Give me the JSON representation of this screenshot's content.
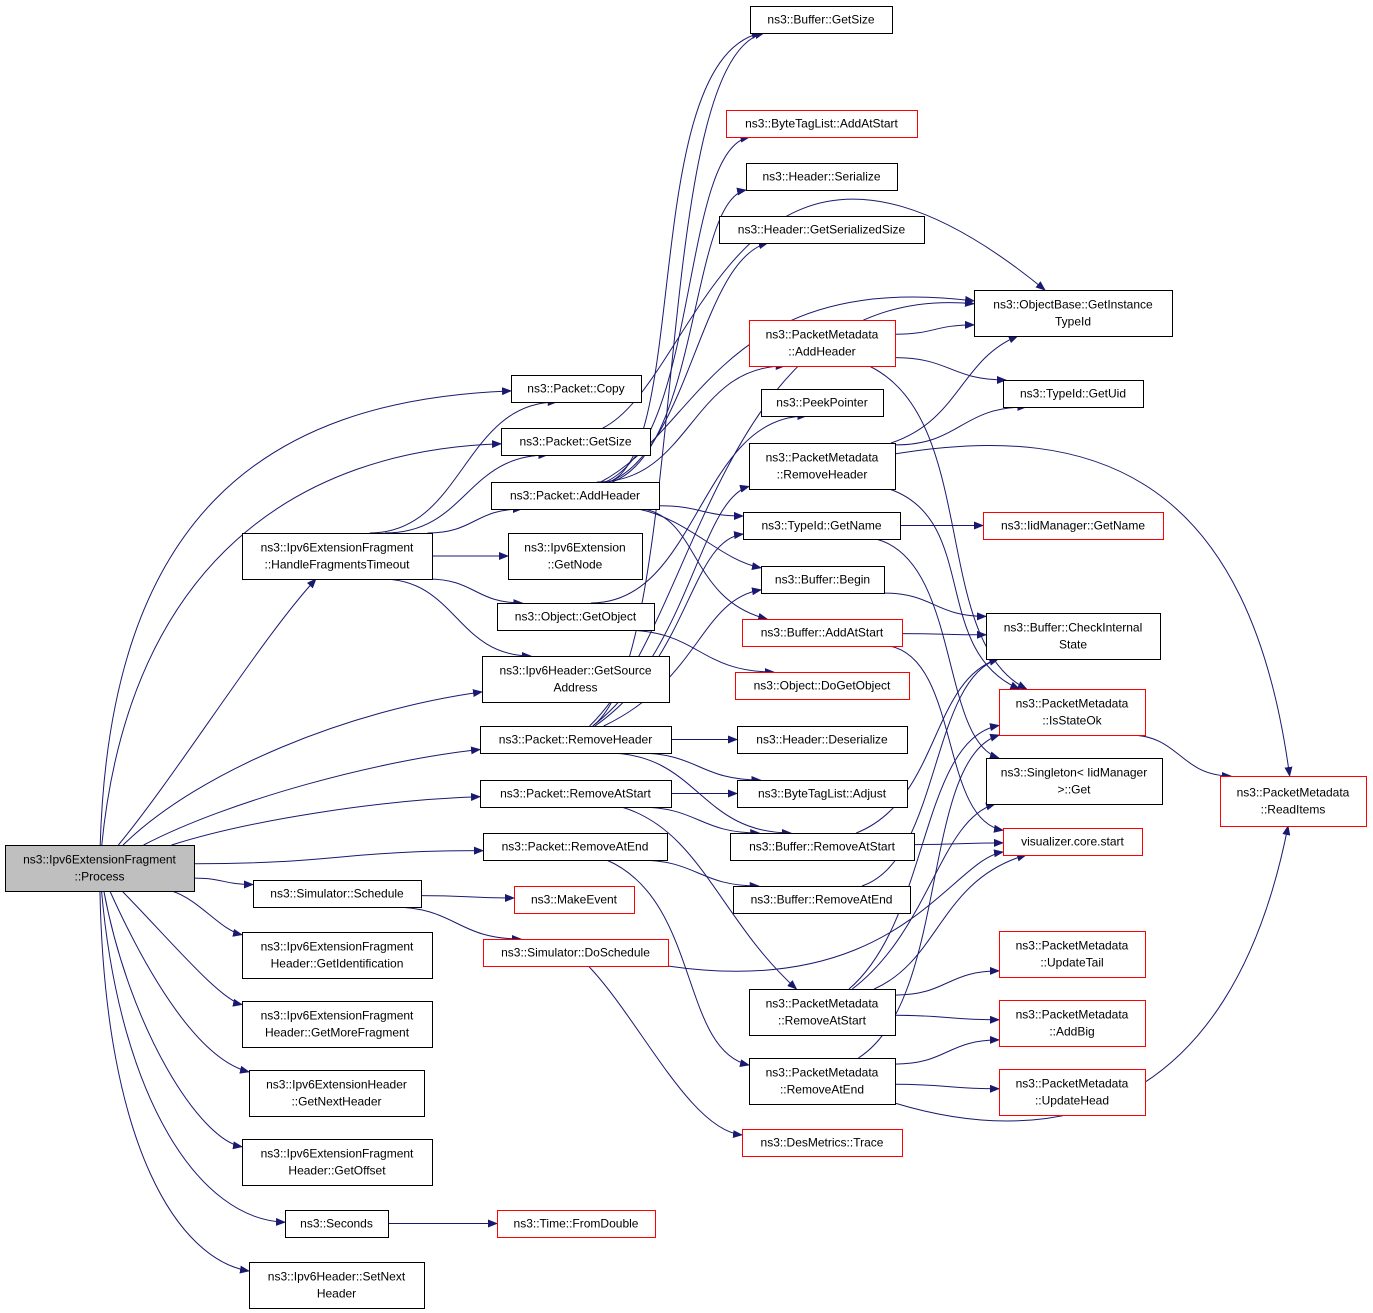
{
  "graph": {
    "edge_color": "#191970",
    "node_styles": {
      "root": {
        "fill": "#bfbfbf",
        "stroke": "#000000"
      },
      "normal": {
        "fill": "#ffffff",
        "stroke": "#000000"
      },
      "truncated": {
        "fill": "#ffffff",
        "stroke": "#ff0000"
      }
    },
    "nodes": [
      {
        "id": "process",
        "style": "root",
        "lines": [
          "ns3::Ipv6ExtensionFragment",
          "::Process"
        ]
      },
      {
        "id": "handle_timeout",
        "style": "normal",
        "lines": [
          "ns3::Ipv6ExtensionFragment",
          "::HandleFragmentsTimeout"
        ]
      },
      {
        "id": "packet_copy",
        "style": "normal",
        "lines": [
          "ns3::Packet::Copy"
        ]
      },
      {
        "id": "packet_getsize",
        "style": "normal",
        "lines": [
          "ns3::Packet::GetSize"
        ]
      },
      {
        "id": "packet_addheader",
        "style": "normal",
        "lines": [
          "ns3::Packet::AddHeader"
        ]
      },
      {
        "id": "ext_getnode",
        "style": "normal",
        "lines": [
          "ns3::Ipv6Extension",
          "::GetNode"
        ]
      },
      {
        "id": "object_getobject",
        "style": "normal",
        "lines": [
          "ns3::Object::GetObject"
        ]
      },
      {
        "id": "ipv6h_getsource",
        "style": "normal",
        "lines": [
          "ns3::Ipv6Header::GetSource",
          "Address"
        ]
      },
      {
        "id": "packet_removeheader",
        "style": "normal",
        "lines": [
          "ns3::Packet::RemoveHeader"
        ]
      },
      {
        "id": "packet_removeatstart",
        "style": "normal",
        "lines": [
          "ns3::Packet::RemoveAtStart"
        ]
      },
      {
        "id": "packet_removeatend",
        "style": "normal",
        "lines": [
          "ns3::Packet::RemoveAtEnd"
        ]
      },
      {
        "id": "sim_schedule",
        "style": "normal",
        "lines": [
          "ns3::Simulator::Schedule"
        ]
      },
      {
        "id": "frag_getid",
        "style": "normal",
        "lines": [
          "ns3::Ipv6ExtensionFragment",
          "Header::GetIdentification"
        ]
      },
      {
        "id": "frag_getmore",
        "style": "normal",
        "lines": [
          "ns3::Ipv6ExtensionFragment",
          "Header::GetMoreFragment"
        ]
      },
      {
        "id": "exth_getnext",
        "style": "normal",
        "lines": [
          "ns3::Ipv6ExtensionHeader",
          "::GetNextHeader"
        ]
      },
      {
        "id": "frag_getoffset",
        "style": "normal",
        "lines": [
          "ns3::Ipv6ExtensionFragment",
          "Header::GetOffset"
        ]
      },
      {
        "id": "seconds",
        "style": "normal",
        "lines": [
          "ns3::Seconds"
        ]
      },
      {
        "id": "ipv6h_setnext",
        "style": "normal",
        "lines": [
          "ns3::Ipv6Header::SetNext",
          "Header"
        ]
      },
      {
        "id": "make_event",
        "style": "truncated",
        "lines": [
          "ns3::MakeEvent"
        ]
      },
      {
        "id": "sim_doschedule",
        "style": "truncated",
        "lines": [
          "ns3::Simulator::DoSchedule"
        ]
      },
      {
        "id": "time_fromdouble",
        "style": "truncated",
        "lines": [
          "ns3::Time::FromDouble"
        ]
      },
      {
        "id": "buffer_getsize",
        "style": "normal",
        "lines": [
          "ns3::Buffer::GetSize"
        ]
      },
      {
        "id": "bytetag_addatstart",
        "style": "truncated",
        "lines": [
          "ns3::ByteTagList::AddAtStart"
        ]
      },
      {
        "id": "header_serialize",
        "style": "normal",
        "lines": [
          "ns3::Header::Serialize"
        ]
      },
      {
        "id": "header_getsersize",
        "style": "normal",
        "lines": [
          "ns3::Header::GetSerializedSize"
        ]
      },
      {
        "id": "pm_addheader",
        "style": "truncated",
        "lines": [
          "ns3::PacketMetadata",
          "::AddHeader"
        ]
      },
      {
        "id": "peekpointer",
        "style": "normal",
        "lines": [
          "ns3::PeekPointer"
        ]
      },
      {
        "id": "pm_removeheader",
        "style": "normal",
        "lines": [
          "ns3::PacketMetadata",
          "::RemoveHeader"
        ]
      },
      {
        "id": "typeid_getname",
        "style": "normal",
        "lines": [
          "ns3::TypeId::GetName"
        ]
      },
      {
        "id": "buffer_begin",
        "style": "normal",
        "lines": [
          "ns3::Buffer::Begin"
        ]
      },
      {
        "id": "buffer_addatstart",
        "style": "truncated",
        "lines": [
          "ns3::Buffer::AddAtStart"
        ]
      },
      {
        "id": "object_dogetobject",
        "style": "truncated",
        "lines": [
          "ns3::Object::DoGetObject"
        ]
      },
      {
        "id": "header_deserialize",
        "style": "normal",
        "lines": [
          "ns3::Header::Deserialize"
        ]
      },
      {
        "id": "bytetag_adjust",
        "style": "normal",
        "lines": [
          "ns3::ByteTagList::Adjust"
        ]
      },
      {
        "id": "buffer_removeatstart",
        "style": "normal",
        "lines": [
          "ns3::Buffer::RemoveAtStart"
        ]
      },
      {
        "id": "buffer_removeatend",
        "style": "normal",
        "lines": [
          "ns3::Buffer::RemoveAtEnd"
        ]
      },
      {
        "id": "pm_removeatstart",
        "style": "normal",
        "lines": [
          "ns3::PacketMetadata",
          "::RemoveAtStart"
        ]
      },
      {
        "id": "pm_removeatend",
        "style": "normal",
        "lines": [
          "ns3::PacketMetadata",
          "::RemoveAtEnd"
        ]
      },
      {
        "id": "desmetrics_trace",
        "style": "truncated",
        "lines": [
          "ns3::DesMetrics::Trace"
        ]
      },
      {
        "id": "objbase_getinstance",
        "style": "normal",
        "lines": [
          "ns3::ObjectBase::GetInstance",
          "TypeId"
        ]
      },
      {
        "id": "typeid_getuid",
        "style": "normal",
        "lines": [
          "ns3::TypeId::GetUid"
        ]
      },
      {
        "id": "iidmgr_getname",
        "style": "truncated",
        "lines": [
          "ns3::IidManager::GetName"
        ]
      },
      {
        "id": "buffer_checkinternal",
        "style": "normal",
        "lines": [
          "ns3::Buffer::CheckInternal",
          "State"
        ]
      },
      {
        "id": "pm_isstateok",
        "style": "truncated",
        "lines": [
          "ns3::PacketMetadata",
          "::IsStateOk"
        ]
      },
      {
        "id": "singleton_get",
        "style": "normal",
        "lines": [
          "ns3::Singleton< IidManager",
          ">::Get"
        ]
      },
      {
        "id": "visualizer_start",
        "style": "truncated",
        "lines": [
          "visualizer.core.start"
        ]
      },
      {
        "id": "pm_updatetail",
        "style": "truncated",
        "lines": [
          "ns3::PacketMetadata",
          "::UpdateTail"
        ]
      },
      {
        "id": "pm_addbig",
        "style": "truncated",
        "lines": [
          "ns3::PacketMetadata",
          "::AddBig"
        ]
      },
      {
        "id": "pm_updatehead",
        "style": "truncated",
        "lines": [
          "ns3::PacketMetadata",
          "::UpdateHead"
        ]
      },
      {
        "id": "pm_readitems",
        "style": "truncated",
        "lines": [
          "ns3::PacketMetadata",
          "::ReadItems"
        ]
      }
    ],
    "edges": [
      [
        "process",
        "packet_copy"
      ],
      [
        "process",
        "packet_getsize"
      ],
      [
        "process",
        "handle_timeout"
      ],
      [
        "process",
        "ipv6h_getsource"
      ],
      [
        "process",
        "packet_removeheader"
      ],
      [
        "process",
        "packet_removeatstart"
      ],
      [
        "process",
        "packet_removeatend"
      ],
      [
        "process",
        "sim_schedule"
      ],
      [
        "process",
        "frag_getid"
      ],
      [
        "process",
        "frag_getmore"
      ],
      [
        "process",
        "exth_getnext"
      ],
      [
        "process",
        "frag_getoffset"
      ],
      [
        "process",
        "seconds"
      ],
      [
        "process",
        "ipv6h_setnext"
      ],
      [
        "handle_timeout",
        "packet_copy"
      ],
      [
        "handle_timeout",
        "packet_getsize"
      ],
      [
        "handle_timeout",
        "packet_addheader"
      ],
      [
        "handle_timeout",
        "ext_getnode"
      ],
      [
        "handle_timeout",
        "object_getobject"
      ],
      [
        "handle_timeout",
        "ipv6h_getsource"
      ],
      [
        "packet_getsize",
        "objbase_getinstance"
      ],
      [
        "packet_addheader",
        "buffer_getsize"
      ],
      [
        "packet_addheader",
        "bytetag_addatstart"
      ],
      [
        "packet_addheader",
        "header_serialize"
      ],
      [
        "packet_addheader",
        "header_getsersize"
      ],
      [
        "packet_addheader",
        "pm_addheader"
      ],
      [
        "packet_addheader",
        "typeid_getname"
      ],
      [
        "packet_addheader",
        "buffer_begin"
      ],
      [
        "packet_addheader",
        "buffer_addatstart"
      ],
      [
        "packet_addheader",
        "objbase_getinstance"
      ],
      [
        "object_getobject",
        "peekpointer"
      ],
      [
        "object_getobject",
        "object_dogetobject"
      ],
      [
        "packet_removeheader",
        "buffer_getsize"
      ],
      [
        "packet_removeheader",
        "pm_removeheader"
      ],
      [
        "packet_removeheader",
        "typeid_getname"
      ],
      [
        "packet_removeheader",
        "buffer_begin"
      ],
      [
        "packet_removeheader",
        "header_deserialize"
      ],
      [
        "packet_removeheader",
        "bytetag_adjust"
      ],
      [
        "packet_removeheader",
        "buffer_removeatstart"
      ],
      [
        "packet_removeheader",
        "objbase_getinstance"
      ],
      [
        "packet_removeatstart",
        "bytetag_adjust"
      ],
      [
        "packet_removeatstart",
        "buffer_removeatstart"
      ],
      [
        "packet_removeatstart",
        "pm_removeatstart"
      ],
      [
        "packet_removeatend",
        "buffer_removeatend"
      ],
      [
        "packet_removeatend",
        "pm_removeatend"
      ],
      [
        "sim_schedule",
        "make_event"
      ],
      [
        "sim_schedule",
        "sim_doschedule"
      ],
      [
        "sim_doschedule",
        "visualizer_start"
      ],
      [
        "sim_doschedule",
        "desmetrics_trace"
      ],
      [
        "seconds",
        "time_fromdouble"
      ],
      [
        "pm_addheader",
        "objbase_getinstance"
      ],
      [
        "pm_addheader",
        "typeid_getuid"
      ],
      [
        "pm_addheader",
        "pm_isstateok"
      ],
      [
        "pm_removeheader",
        "objbase_getinstance"
      ],
      [
        "pm_removeheader",
        "typeid_getuid"
      ],
      [
        "pm_removeheader",
        "pm_readitems"
      ],
      [
        "pm_removeheader",
        "pm_isstateok"
      ],
      [
        "typeid_getname",
        "iidmgr_getname"
      ],
      [
        "typeid_getname",
        "singleton_get"
      ],
      [
        "buffer_begin",
        "buffer_checkinternal"
      ],
      [
        "buffer_addatstart",
        "buffer_checkinternal"
      ],
      [
        "buffer_addatstart",
        "visualizer_start"
      ],
      [
        "buffer_removeatstart",
        "buffer_checkinternal"
      ],
      [
        "buffer_removeatstart",
        "visualizer_start"
      ],
      [
        "buffer_removeatend",
        "buffer_checkinternal"
      ],
      [
        "pm_removeatstart",
        "pm_isstateok"
      ],
      [
        "pm_removeatstart",
        "singleton_get"
      ],
      [
        "pm_removeatstart",
        "pm_updatetail"
      ],
      [
        "pm_removeatstart",
        "pm_addbig"
      ],
      [
        "pm_removeatstart",
        "visualizer_start"
      ],
      [
        "pm_removeatend",
        "pm_isstateok"
      ],
      [
        "pm_removeatend",
        "pm_addbig"
      ],
      [
        "pm_removeatend",
        "pm_updatehead"
      ],
      [
        "pm_removeatend",
        "pm_readitems"
      ],
      [
        "pm_isstateok",
        "pm_readitems"
      ]
    ]
  }
}
